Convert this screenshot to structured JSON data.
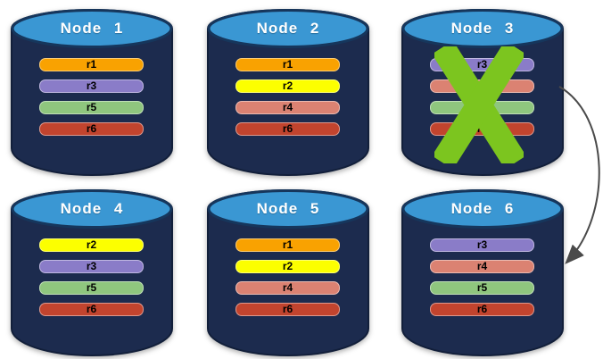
{
  "nodes": [
    {
      "title": "Node 1",
      "replicas": [
        "r1",
        "r3",
        "r5",
        "r6"
      ],
      "failed": false
    },
    {
      "title": "Node 2",
      "replicas": [
        "r1",
        "r2",
        "r4",
        "r6"
      ],
      "failed": false
    },
    {
      "title": "Node 3",
      "replicas": [
        "r3",
        "r4",
        "r5",
        "r6"
      ],
      "failed": true
    },
    {
      "title": "Node 4",
      "replicas": [
        "r2",
        "r3",
        "r5",
        "r6"
      ],
      "failed": false
    },
    {
      "title": "Node 5",
      "replicas": [
        "r1",
        "r2",
        "r4",
        "r6"
      ],
      "failed": false
    },
    {
      "title": "Node 6",
      "replicas": [
        "r3",
        "r4",
        "r5",
        "r6"
      ],
      "failed": false
    }
  ],
  "colors": {
    "cylinder_body": "#1C2B4E",
    "cylinder_border": "#121F3A",
    "cylinder_top": "#3A97D3",
    "cylinder_top_border": "#16365C",
    "title_text": "#FFFFFF",
    "bar_text": "#000000",
    "failure_cross": "#7CC51F",
    "arrow": "#4A4A4A",
    "replicas": {
      "r1": "#F9A201",
      "r2": "#FCFF00",
      "r3": "#8A7CC8",
      "r4": "#DB8272",
      "r5": "#8FC67E",
      "r6": "#C2442E"
    }
  },
  "annotations": {
    "cross_on_node": "Node 3",
    "arrow_from": "Node 3",
    "arrow_to": "Node 6"
  }
}
